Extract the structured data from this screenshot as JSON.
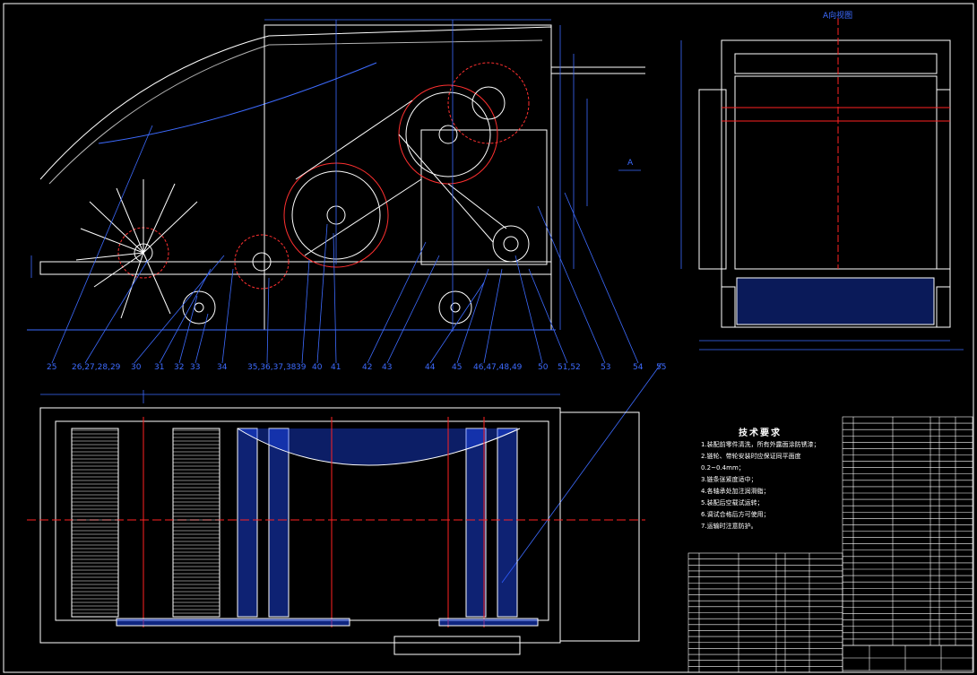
{
  "view_labels": {
    "section_a": "A向视图",
    "arrow_a": "A"
  },
  "part_numbers": [
    "25",
    "26,27,28,29",
    "30",
    "31",
    "32",
    "33",
    "34",
    "35,36,37,38",
    "39",
    "40",
    "41",
    "42",
    "43",
    "44",
    "45",
    "46,47,48,49",
    "50",
    "51,52",
    "53",
    "54",
    "55"
  ],
  "tech_requirements": {
    "title": "技术要求",
    "items": [
      "1.装配前零件清洗，所有外露面涂防锈漆；",
      "2.链轮、带轮安装时应保证同平面度0.2~0.4mm；",
      "3.链条张紧度适中；",
      "4.各轴承处加注润滑脂；",
      "5.装配后空载试运转；",
      "6.调试合格后方可使用；",
      "7.运输时注意防护。"
    ]
  },
  "colors": {
    "outline": "#ffffff",
    "dimension": "#3d6bff",
    "centerline": "#ff2222",
    "hatch": "#1e4bff",
    "wheel": "#ff3030"
  }
}
